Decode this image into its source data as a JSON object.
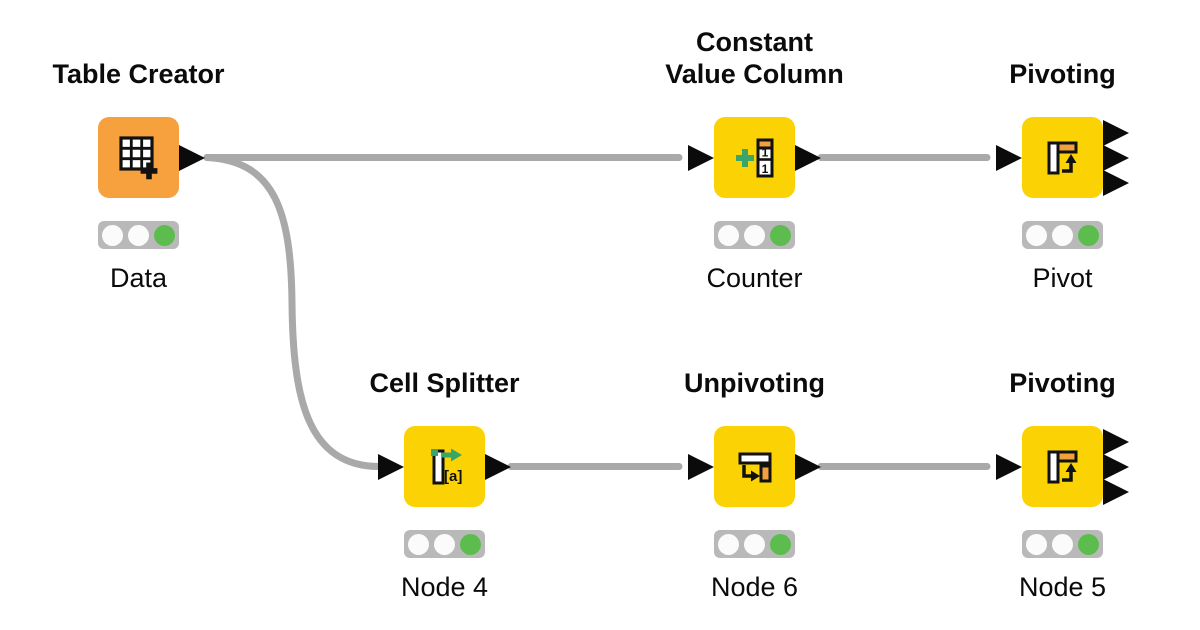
{
  "app": "knime-workflow-editor",
  "colors": {
    "node_yellow": "#fbd304",
    "node_orange": "#f6a13d",
    "status_green": "#5cbd4e",
    "traffic_light_gray": "#b9b9b9",
    "wire_gray": "#a9a9a9",
    "icon_green": "#3aa568",
    "icon_orange": "#f0a03c",
    "port_black": "#0b0b0b"
  },
  "nodes": [
    {
      "id": "table-creator",
      "title_line1": "Table Creator",
      "title_line2": "",
      "label": "Data",
      "status": "executed",
      "inputs": 0,
      "outputs": 1
    },
    {
      "id": "constant-value-column",
      "title_line1": "Constant",
      "title_line2": "Value Column",
      "label": "Counter",
      "status": "executed",
      "inputs": 1,
      "outputs": 1
    },
    {
      "id": "pivoting-top",
      "title_line1": "Pivoting",
      "title_line2": "",
      "label": "Pivot",
      "status": "executed",
      "inputs": 1,
      "outputs": 3
    },
    {
      "id": "cell-splitter",
      "title_line1": "Cell Splitter",
      "title_line2": "",
      "label": "Node 4",
      "status": "executed",
      "inputs": 1,
      "outputs": 1
    },
    {
      "id": "unpivoting",
      "title_line1": "Unpivoting",
      "title_line2": "",
      "label": "Node 6",
      "status": "executed",
      "inputs": 1,
      "outputs": 1
    },
    {
      "id": "pivoting-bottom",
      "title_line1": "Pivoting",
      "title_line2": "",
      "label": "Node 5",
      "status": "executed",
      "inputs": 1,
      "outputs": 3
    }
  ],
  "connections": [
    {
      "from": "table-creator",
      "to": "constant-value-column"
    },
    {
      "from": "table-creator",
      "to": "cell-splitter"
    },
    {
      "from": "constant-value-column",
      "to": "pivoting-top"
    },
    {
      "from": "cell-splitter",
      "to": "unpivoting"
    },
    {
      "from": "unpivoting",
      "to": "pivoting-bottom"
    }
  ],
  "icon_text": {
    "cell_splitter_bracket": "[a]",
    "cvc_digit_top": "1",
    "cvc_digit_bottom": "1"
  }
}
